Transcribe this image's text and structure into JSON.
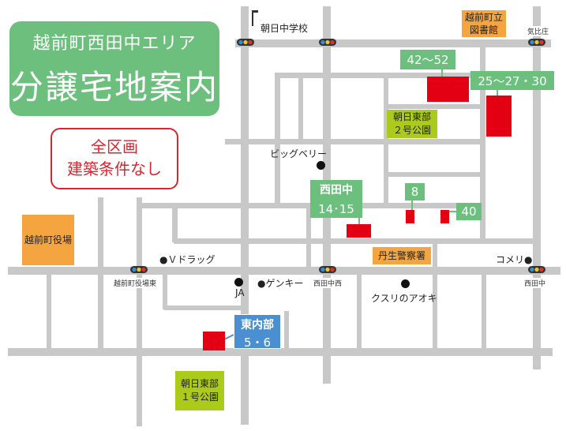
{
  "title": {
    "area_line": "越前町西田中エリア",
    "main": "分譲宅地案内"
  },
  "condition": {
    "line1": "全区画",
    "line2": "建築条件なし"
  },
  "facilities": {
    "school": "朝日中学校",
    "library": {
      "line1": "越前町立",
      "line2": "図書館"
    },
    "town_hall": "越前町役場",
    "police": "丹生警察署",
    "park2": {
      "line1": "朝日東部",
      "line2": "２号公園"
    },
    "park1": {
      "line1": "朝日東部",
      "line2": "１号公園"
    },
    "bigbelly": "ビッグベリー",
    "vdrug": "●Ｖドラッグ",
    "komeri": "コメリ●",
    "ja": "JA",
    "genky": "●ゲンキー",
    "kusuri": "クスリのアオキ"
  },
  "intersections": {
    "kehi": "気比庄",
    "yakuba_higashi": "越前町役場東",
    "nishitanaka_nishi": "西田中西",
    "nishitanaka": "西田中"
  },
  "lots": {
    "l42_52": "42～52",
    "l25_30": "25～27・30",
    "nishitanaka_title": "西田中",
    "nishitanaka_nums": "14･15",
    "l8": "8",
    "l40": "40",
    "higashiuchibe_title": "東内部",
    "higashiuchibe_nums": "5・6"
  },
  "colors": {
    "road": "#c8c8c8",
    "lot": "#e30012",
    "green_label": "#6dbf7e",
    "orange_facility": "#f5a540",
    "park": "#aacb1b",
    "blue_label": "#4a8fd1",
    "condition_red": "#d9252e"
  },
  "icons": {
    "traffic_signal": "traffic-signal-icon",
    "location": "location-dot-icon",
    "school_flag": "school-flag-icon"
  }
}
